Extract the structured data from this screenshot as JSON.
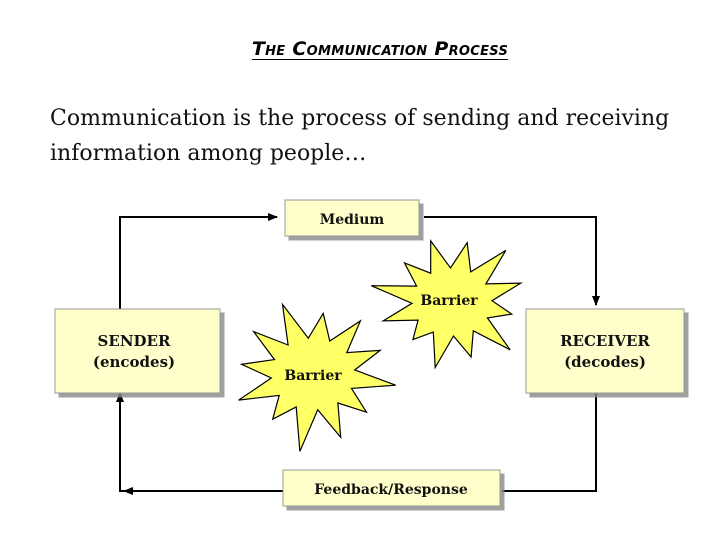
{
  "header": {
    "title": "The Communication Process"
  },
  "intro": {
    "text": "Communication is the  process of sending and receiving information among people…"
  },
  "diagram": {
    "box_fill": "#ffffcc",
    "starburst_fill": "#ffff66",
    "sender": {
      "label": "SENDER",
      "sub": "(encodes)"
    },
    "receiver": {
      "label": "RECEIVER",
      "sub": "(decodes)"
    },
    "medium": {
      "label": "Medium"
    },
    "feedback": {
      "label": "Feedback/Response"
    },
    "barrier_1": {
      "label": "Barrier"
    },
    "barrier_2": {
      "label": "Barrier"
    }
  }
}
